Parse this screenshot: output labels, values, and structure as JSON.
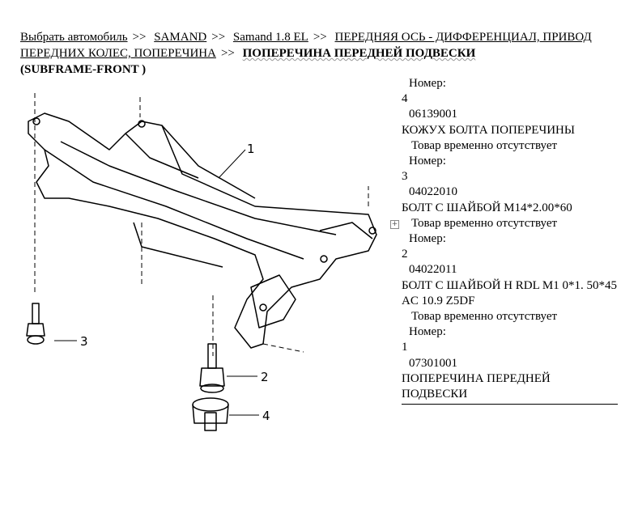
{
  "breadcrumb": {
    "items": [
      "Выбрать автомобиль",
      "SAMAND",
      "Samand 1.8 EL",
      "ПЕРЕДНЯЯ ОСЬ - ДИФФЕРЕНЦИАЛ, ПРИВОД ПЕРЕДНИХ КОЛЕС, ПОПЕРЕЧИНА"
    ],
    "separator": ">>",
    "current": "ПОПЕРЕЧИНА ПЕРЕДНЕЙ ПОДВЕСКИ",
    "current_suffix": "(SUBFRAME-FRONT )"
  },
  "diagram": {
    "callouts": [
      "1",
      "2",
      "3",
      "4"
    ]
  },
  "parts": [
    {
      "number_label": "Номер:",
      "number": "4",
      "code": "06139001",
      "name": "КОЖУХ БОЛТА ПОПЕРЕЧИНЫ",
      "status": "Товар временно отсутствует"
    },
    {
      "number_label": "Номер:",
      "number": "3",
      "code": "04022010",
      "name": "БОЛТ С ШАЙБОЙ M14*2.00*60",
      "status": "Товар временно отсутствует"
    },
    {
      "number_label": "Номер:",
      "number": "2",
      "code": "04022011",
      "name": "БОЛТ С ШАЙБОЙ H RDL M1 0*1. 50*45 AC 10.9 Z5DF",
      "status": "Товар временно отсутствует"
    },
    {
      "number_label": "Номер:",
      "number": "1",
      "code": "07301001",
      "name": "ПОПЕРЕЧИНА ПЕРЕДНЕЙ ПОДВЕСКИ"
    }
  ],
  "icons": {
    "table_move": "move-handle-icon"
  }
}
